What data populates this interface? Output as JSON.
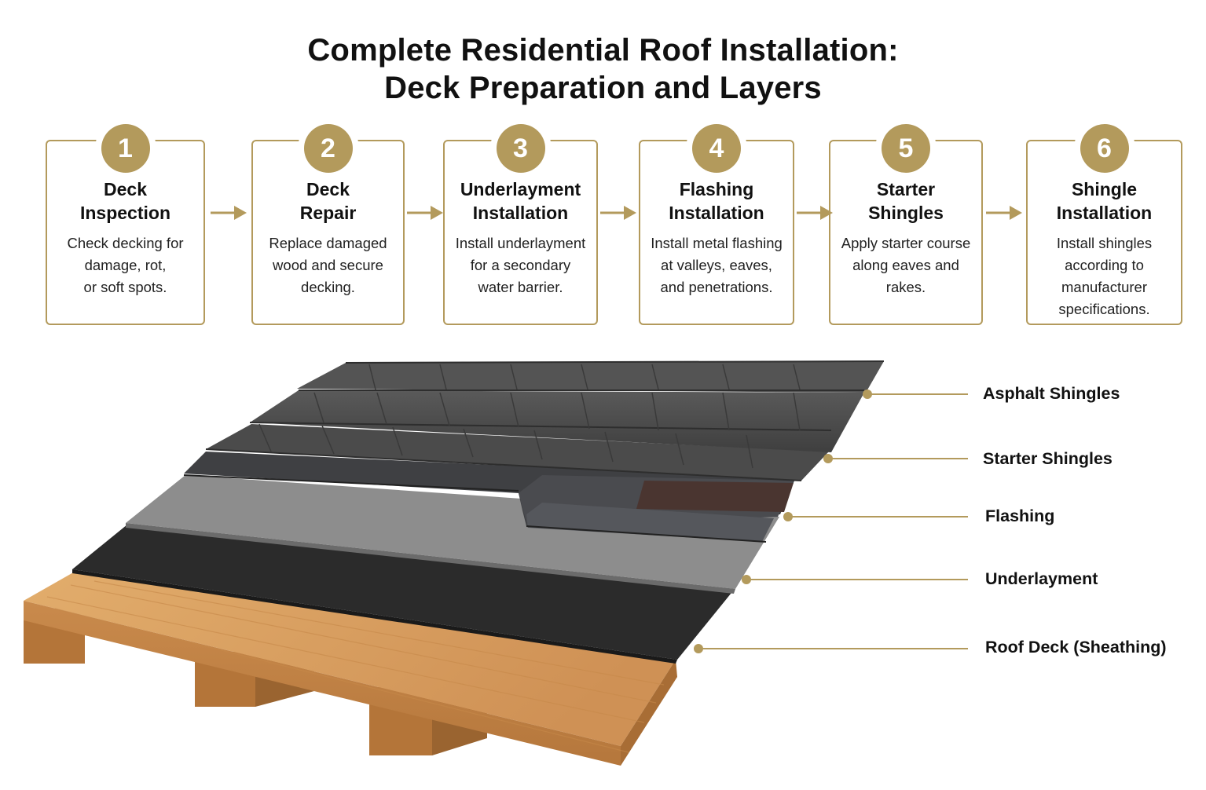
{
  "title": {
    "line1": "Complete Residential Roof Installation:",
    "line2": "Deck Preparation and Layers"
  },
  "steps": [
    {
      "number": "1",
      "title_l1": "Deck",
      "title_l2": "Inspection",
      "desc": [
        "Check decking for",
        "damage, rot,",
        "or soft spots."
      ]
    },
    {
      "number": "2",
      "title_l1": "Deck",
      "title_l2": "Repair",
      "desc": [
        "Replace damaged",
        "wood and secure",
        "decking."
      ]
    },
    {
      "number": "3",
      "title_l1": "Underlayment",
      "title_l2": "Installation",
      "desc": [
        "Install underlayment",
        "for a secondary",
        "water barrier."
      ]
    },
    {
      "number": "4",
      "title_l1": "Flashing",
      "title_l2": "Installation",
      "desc": [
        "Install metal flashing",
        "at valleys, eaves,",
        "and penetrations."
      ]
    },
    {
      "number": "5",
      "title_l1": "Starter",
      "title_l2": "Shingles",
      "desc": [
        "Apply starter course",
        "along eaves and",
        "rakes."
      ]
    },
    {
      "number": "6",
      "title_l1": "Shingle",
      "title_l2": "Installation",
      "desc": [
        "Install shingles",
        "according to",
        "manufacturer",
        "specifications."
      ]
    }
  ],
  "layers": [
    {
      "label": "Asphalt Shingles"
    },
    {
      "label": "Starter Shingles"
    },
    {
      "label": "Flashing"
    },
    {
      "label": "Underlayment"
    },
    {
      "label": "Roof Deck (Sheathing)"
    }
  ],
  "colors": {
    "accent": "#b39a5c",
    "wood": "#d49a5a",
    "underlayment_dark": "#2a2a2a",
    "underlayment_grey": "#8a8a8a",
    "flashing": "#3e3f42",
    "shingle": "#4a4a4a",
    "shingle_brown": "#4a3530"
  }
}
